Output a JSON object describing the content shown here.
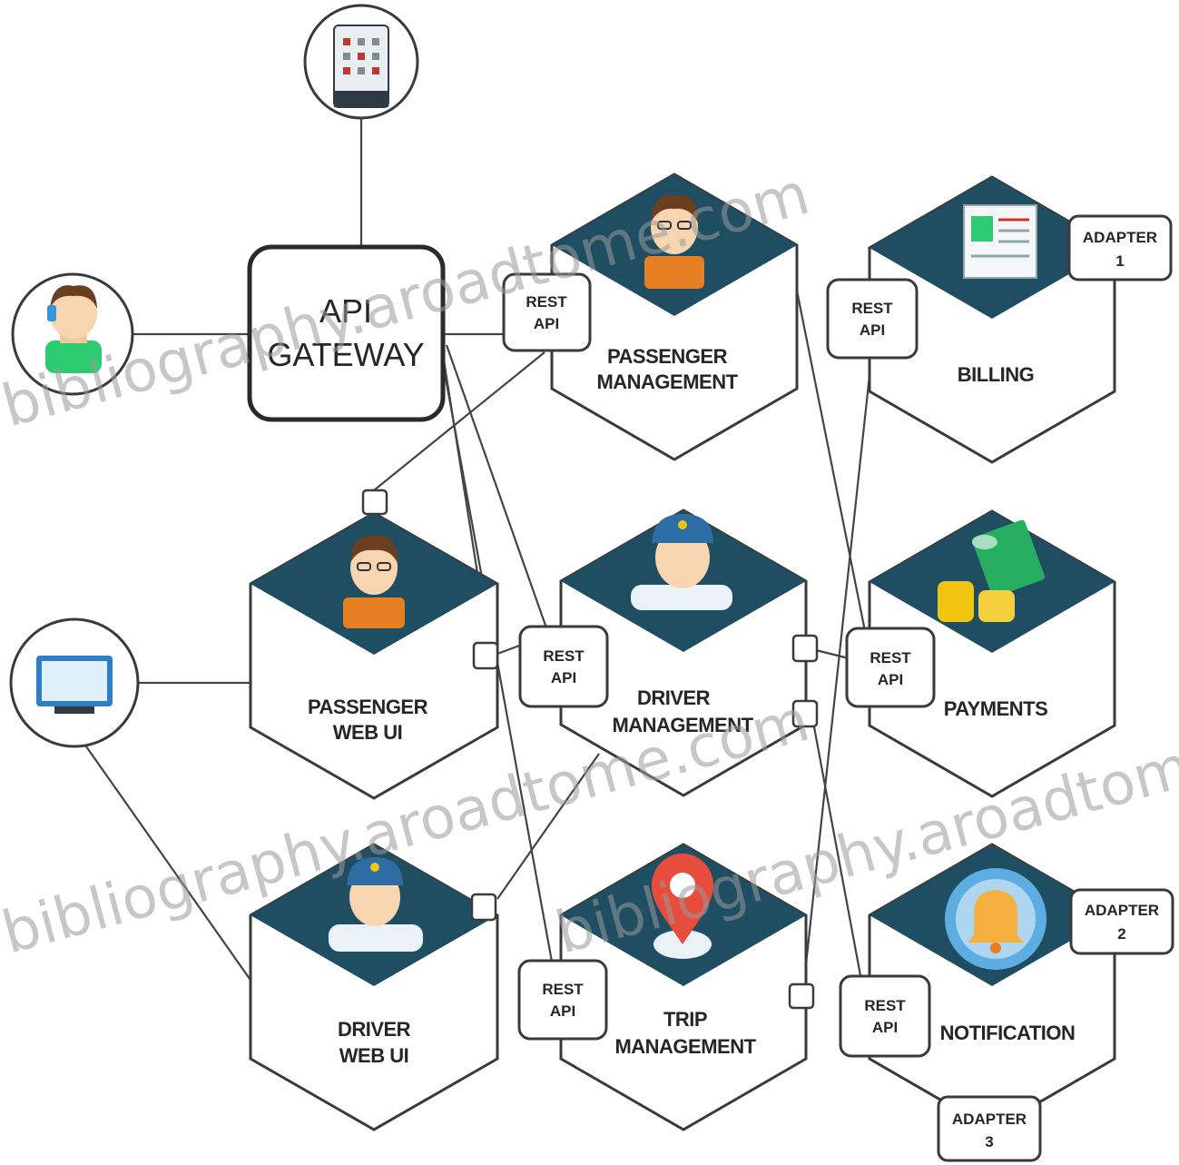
{
  "gateway": {
    "line1": "API",
    "line2": "GATEWAY"
  },
  "services": {
    "passenger_mgmt": {
      "line1": "PASSENGER",
      "line2": "MANAGEMENT"
    },
    "billing": {
      "line1": "BILLING",
      "line2": ""
    },
    "passenger_web": {
      "line1": "PASSENGER",
      "line2": "WEB UI"
    },
    "driver_mgmt": {
      "line1": "DRIVER",
      "line2": "MANAGEMENT"
    },
    "payments": {
      "line1": "PAYMENTS",
      "line2": ""
    },
    "driver_web": {
      "line1": "DRIVER",
      "line2": "WEB UI"
    },
    "trip_mgmt": {
      "line1": "TRIP",
      "line2": "MANAGEMENT"
    },
    "notification": {
      "line1": "NOTIFICATION",
      "line2": ""
    }
  },
  "rest_api": {
    "line1": "REST",
    "line2": "API"
  },
  "adapters": {
    "a1": {
      "line1": "ADAPTER",
      "line2": "1"
    },
    "a2": {
      "line1": "ADAPTER",
      "line2": "2"
    },
    "a3": {
      "line1": "ADAPTER",
      "line2": "3"
    }
  },
  "watermarks": [
    "bibliography.aroadtome.com"
  ],
  "colors": {
    "hex_top": "#1f4e63",
    "stroke": "#3a3a3a"
  },
  "icons": [
    "mobile-app-icon",
    "passenger-user-icon",
    "desktop-monitor-icon",
    "passenger-avatar-icon",
    "bill-icon",
    "driver-avatar-icon",
    "money-icon",
    "map-pin-icon",
    "bell-icon"
  ]
}
